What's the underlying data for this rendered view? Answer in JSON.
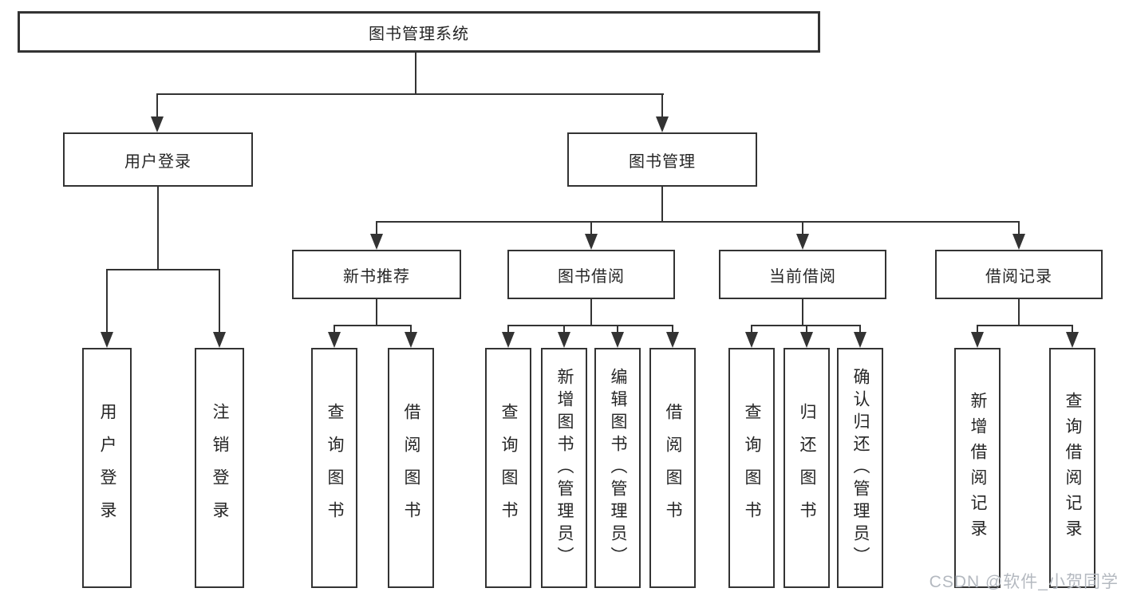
{
  "nodes": {
    "root": "图书管理系统",
    "userLogin": "用户登录",
    "bookManagement": "图书管理",
    "newBookRecommend": "新书推荐",
    "bookBorrow": "图书借阅",
    "currentBorrow": "当前借阅",
    "borrowRecords": "借阅记录"
  },
  "leaves": {
    "userLogin": [
      "用户登录",
      "注销登录"
    ],
    "newBookRecommend": [
      "查询图书",
      "借阅图书"
    ],
    "bookBorrow": [
      "查询图书",
      "新增图书（管理员）",
      "编辑图书（管理员）",
      "借阅图书"
    ],
    "currentBorrow": [
      "查询图书",
      "归还图书",
      "确认归还（管理员）"
    ],
    "borrowRecords": [
      "新增借阅记录",
      "查询借阅记录"
    ]
  },
  "watermark": "CSDN @软件_小贺同学",
  "colors": {
    "line": "#333333",
    "box_border": "#333333",
    "text": "#262626",
    "background": "#ffffff",
    "watermark": "#b4b9c0"
  }
}
